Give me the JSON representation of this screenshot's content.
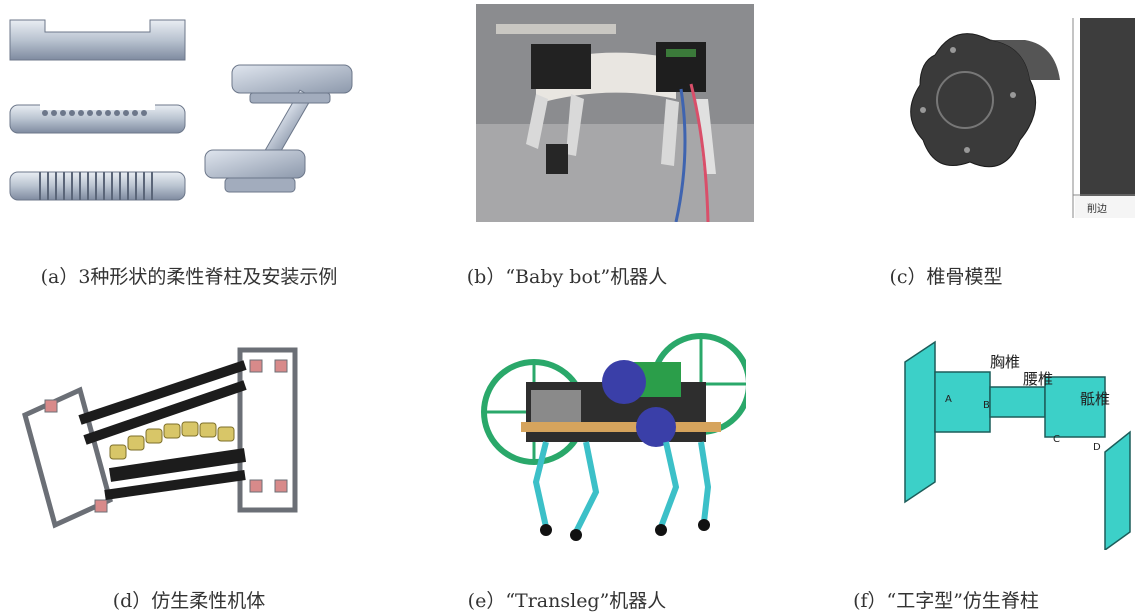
{
  "figure": {
    "captions": {
      "a": "(a）3种形状的柔性脊柱及安装示例",
      "b": "(b）“Baby bot”机器人",
      "c": "(c）椎骨模型",
      "d": "(d）仿生柔性机体",
      "e": "(e）“Transleg”机器人",
      "f": "(f）“工字型”仿生脊柱"
    },
    "panel_c_label": "削边",
    "panel_f_labels": {
      "thoracic": "胸椎",
      "lumbar": "腰椎",
      "sacral": "骶椎",
      "A": "A",
      "B": "B",
      "C": "C",
      "D": "D"
    }
  }
}
